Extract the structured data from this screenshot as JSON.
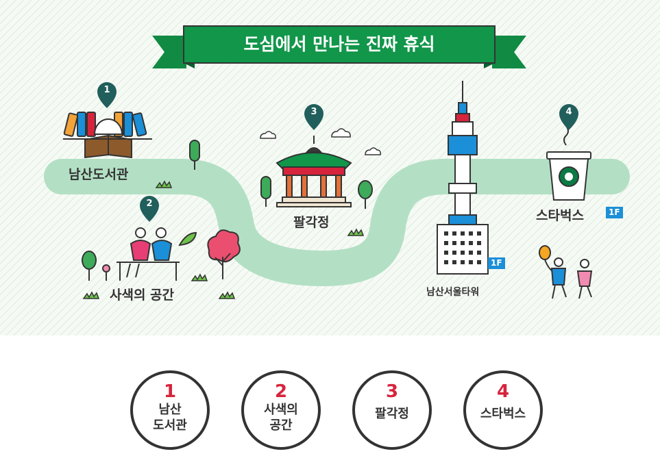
{
  "banner": {
    "title": "도심에서 만나는 진짜 휴식"
  },
  "places": [
    {
      "number": "1",
      "label": "남산도서관"
    },
    {
      "number": "2",
      "label": "사색의 공간"
    },
    {
      "number": "3",
      "label": "팔각정"
    },
    {
      "number": "4",
      "label": "스타벅스",
      "badge": "1F"
    }
  ],
  "tower": {
    "label": "남산서울타워",
    "badge": "1F"
  },
  "steps": [
    {
      "number": "1",
      "label": "남산\n도서관"
    },
    {
      "number": "2",
      "label": "사색의\n공간"
    },
    {
      "number": "3",
      "label": "팔각정"
    },
    {
      "number": "4",
      "label": "스타벅스"
    }
  ],
  "arrow_glyph": "→",
  "colors": {
    "banner_green": "#11964a",
    "path_green": "#b3e0c4",
    "ribbon_red": "#d7243d",
    "badge_blue": "#1b8fd8",
    "pin_teal": "#215f5c"
  }
}
